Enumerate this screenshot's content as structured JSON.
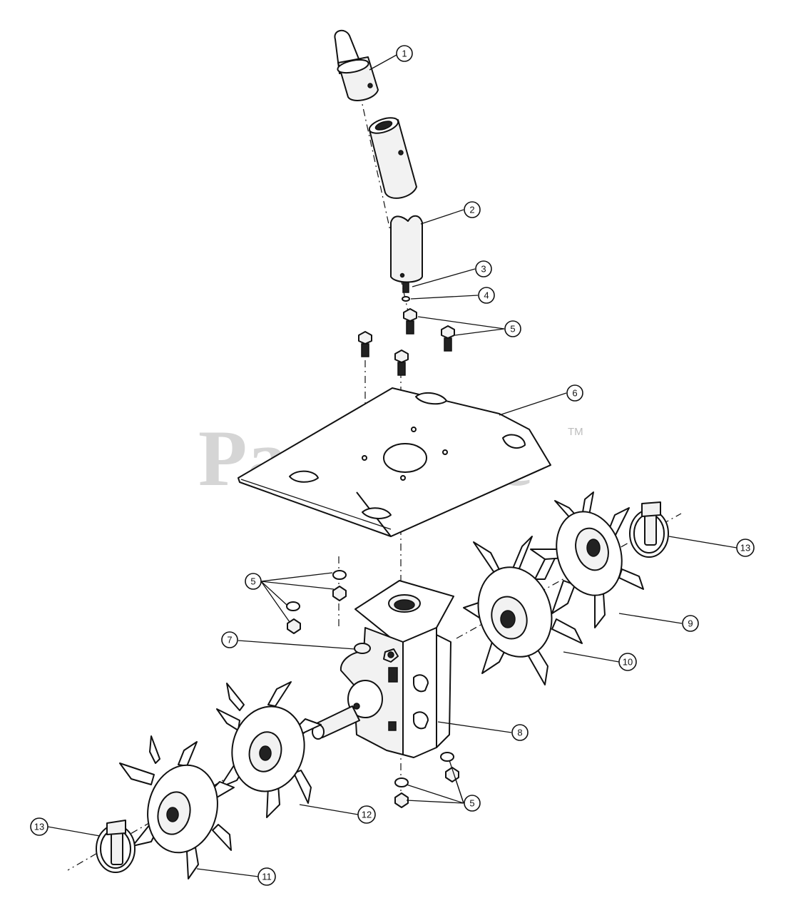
{
  "watermark": {
    "text": "PartsTree",
    "trademark": "TM"
  },
  "callouts": [
    {
      "id": "callout-1",
      "label": "1"
    },
    {
      "id": "callout-2",
      "label": "2"
    },
    {
      "id": "callout-3",
      "label": "3"
    },
    {
      "id": "callout-4",
      "label": "4"
    },
    {
      "id": "callout-5a",
      "label": "5"
    },
    {
      "id": "callout-6",
      "label": "6"
    },
    {
      "id": "callout-13a",
      "label": "13"
    },
    {
      "id": "callout-5b",
      "label": "5"
    },
    {
      "id": "callout-9",
      "label": "9"
    },
    {
      "id": "callout-7",
      "label": "7"
    },
    {
      "id": "callout-10",
      "label": "10"
    },
    {
      "id": "callout-8",
      "label": "8"
    },
    {
      "id": "callout-12",
      "label": "12"
    },
    {
      "id": "callout-5c",
      "label": "5"
    },
    {
      "id": "callout-13b",
      "label": "13"
    },
    {
      "id": "callout-11",
      "label": "11"
    }
  ]
}
